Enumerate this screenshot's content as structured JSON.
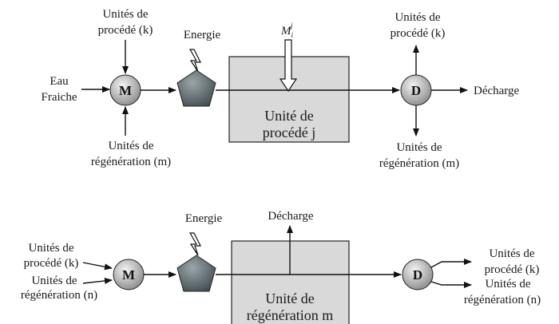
{
  "colors": {
    "box_fill": "#d9d9d9",
    "box_stroke": "#222222",
    "node_fill_center": "#f2f2f2",
    "node_fill_edge": "#8a8a8a",
    "pentagon_fill": "#5f6f73",
    "line": "#111111"
  },
  "top": {
    "mixer_letter": "M",
    "splitter_letter": "D",
    "in_process_l1": "Unités de",
    "in_process_l2": "procédé (k)",
    "in_fresh_l1": "Eau",
    "in_fresh_l2": "Fraiche",
    "in_regen_l1": "Unités de",
    "in_regen_l2": "régénération (m)",
    "energy_label": "Energie",
    "mass_load_label": "M",
    "mass_load_sub": "i",
    "mass_load_sup": "j",
    "unit_l1": "Unité de",
    "unit_l2": "procédé j",
    "out_process_l1": "Unités de",
    "out_process_l2": "procédé (k)",
    "out_discharge": "Décharge",
    "out_regen_l1": "Unités de",
    "out_regen_l2": "régénération (m)"
  },
  "bottom": {
    "mixer_letter": "M",
    "splitter_letter": "D",
    "in_process_l1": "Unités de",
    "in_process_l2": "procédé (k)",
    "in_regen_l1": "Unités de",
    "in_regen_l2": "régénération (n)",
    "energy_label": "Energie",
    "discharge_label": "Décharge",
    "unit_l1": "Unité de",
    "unit_l2": "régénération m",
    "out_process_l1": "Unités de",
    "out_process_l2": "procédé (k)",
    "out_regen_l1": "Unités de",
    "out_regen_l2": "régénération (n)"
  },
  "icons": [
    "lightning-icon",
    "pentagon-icon",
    "hollow-arrow-icon"
  ]
}
